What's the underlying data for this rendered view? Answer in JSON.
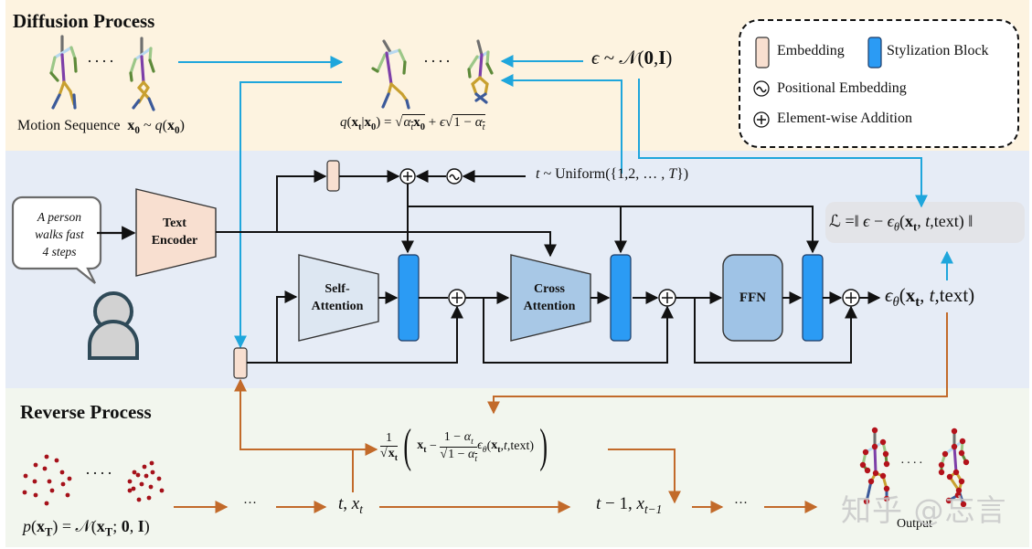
{
  "sections": {
    "diffusion": {
      "title": "Diffusion Process"
    },
    "reverse": {
      "title": "Reverse Process"
    }
  },
  "diffusion": {
    "motion_sequence_label": "Motion Sequence",
    "motion_sequence_math": "x₀ ~ q(x₀)",
    "forward_formula": "q(xₜ|x₀) = √ᾱₜ x₀ + ϵ√(1 − ᾱₜ)",
    "noise_formula": "ϵ ~ 𝒩(0, I)",
    "ellipsis": "····"
  },
  "legend": {
    "items": [
      {
        "icon": "embedding-swatch",
        "label": "Embedding",
        "color": "#f8dfd0"
      },
      {
        "icon": "stylization-swatch",
        "label": "Stylization Block",
        "color": "#2b9bf4"
      },
      {
        "icon": "tilde-circle-icon",
        "label": "Positional Embedding"
      },
      {
        "icon": "plus-circle-icon",
        "label": "Element-wise Addition"
      }
    ]
  },
  "model": {
    "prompt_text": [
      "A person",
      "walks fast",
      "4 steps"
    ],
    "text_encoder": [
      "Text",
      "Encoder"
    ],
    "timestep_formula": "t ~ Uniform({1,2, … , T})",
    "self_attention": [
      "Self-",
      "Attention"
    ],
    "cross_attention": [
      "Cross",
      "Attention"
    ],
    "ffn": "FFN",
    "loss_formula": "ℒ =‖ ϵ − ϵθ(xₜ, t,text) ‖",
    "output_formula": "ϵθ(xₜ, t,text)"
  },
  "reverse": {
    "prior_formula": "p(x_T) = 𝒩(x_T; 0, I)",
    "ellipsis_dots": "····",
    "step_ellipsis": "···",
    "current_state": "t, xₜ",
    "next_state": "t − 1, xₜ₋₁",
    "denoise_formula": "1/√xₜ ( xₜ − (1 − αₜ)/√(1 − ᾱₜ) ϵθ(xₜ, t,text) )",
    "output_label": "Output"
  },
  "colors": {
    "diffusion_bg": "#fdf3e0",
    "model_bg": "#e6ecf6",
    "reverse_bg": "#f2f6ee",
    "blue_arrow": "#1fa6dc",
    "orange_arrow": "#c26a2a",
    "embedding": "#f8dfd0",
    "stylization": "#2b9bf4",
    "text_encoder": "#f8dfd0",
    "self_attention": "#dde7f2",
    "cross_attention": "#a8c8e6",
    "ffn": "#9fc3e6",
    "joint_dot": "#b3121b",
    "noise_dot": "#a5111a"
  },
  "watermark": "知乎 @忘言"
}
